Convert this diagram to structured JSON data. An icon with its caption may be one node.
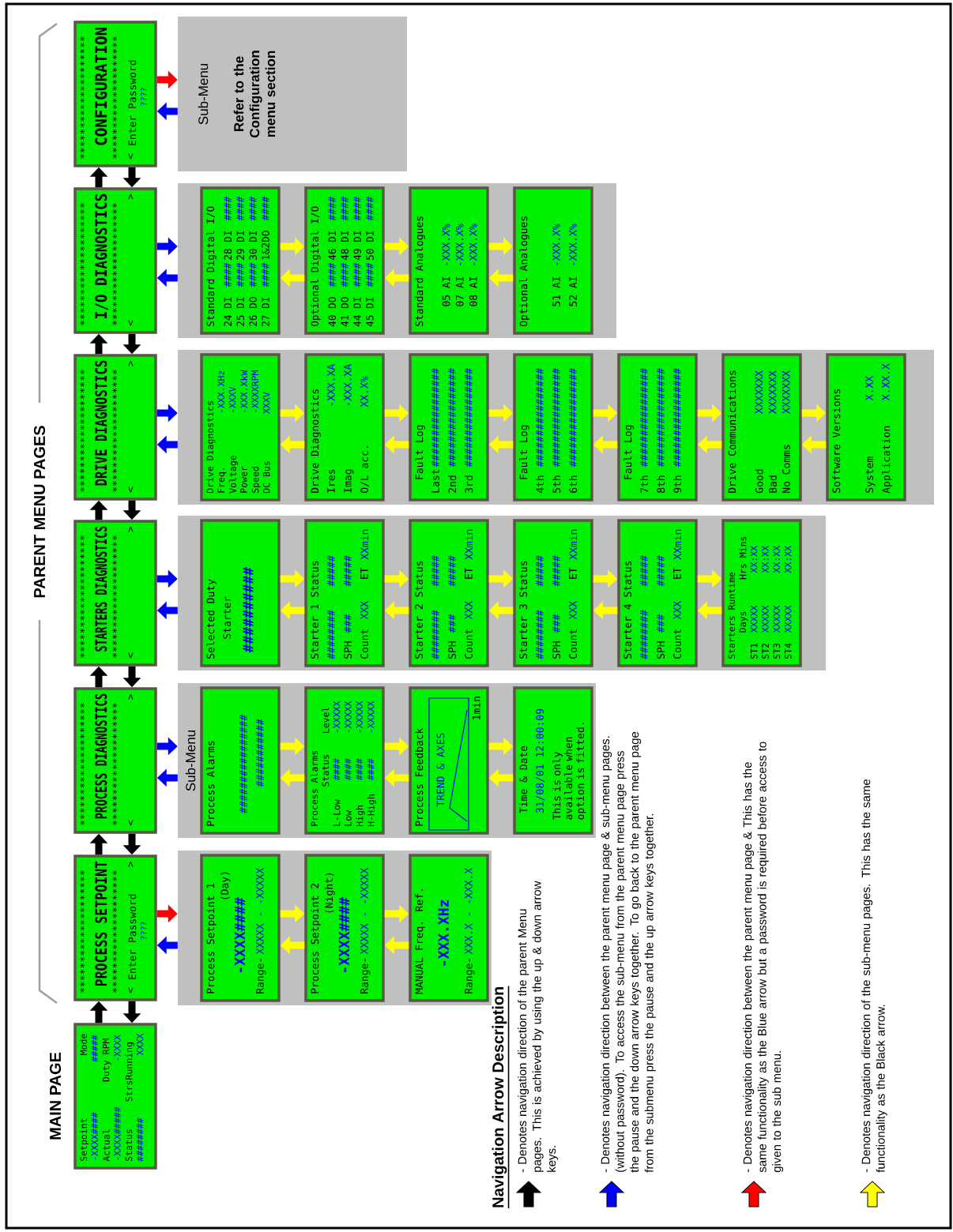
{
  "diagram": {
    "nodes": [
      {
        "text": [
          "Setpoint",
          "Mode",
          "-XXXX####",
          "#####",
          "Actual",
          "Duty RPM",
          "-XXXX#####",
          "-XXXX",
          "Status",
          "StrsRunning",
          "########",
          "XXXX"
        ],
        "beside": [
          "MAIN PAGE"
        ]
      },
      {
        "text": [
          "********************",
          "PROCESS SETPOINT",
          "********************",
          "<",
          "Enter Password",
          ">",
          "????"
        ]
      },
      {
        "text": [],
        "shape": "box"
      },
      {
        "text": [
          "Process Setpoint 1",
          "(Day)",
          "-XXXX####",
          "Range-",
          "XXXXX - -XXXXX"
        ],
        "in": 2
      },
      {
        "text": [
          "Process Setpoint 2",
          "(Night)",
          "-XXXX####",
          "Range-",
          "XXXXX - -XXXXX"
        ],
        "in": 2
      },
      {
        "text": [
          "MANUAL Freq. Ref.",
          "-XXX.XHz",
          "Range-",
          "XXX.X - -XXX.X"
        ],
        "in": 2
      },
      {
        "text": [
          "********************",
          "PROCESS DIAGNOSTICS",
          "********************",
          "<",
          ">"
        ]
      },
      {
        "text": [
          "Sub-Menu"
        ]
      },
      {
        "text": [
          "Process Alarms",
          "################",
          "###########"
        ],
        "in": 7
      },
      {
        "text": [
          "Process Alarms",
          "Status",
          "Level",
          "L-Low",
          "####",
          "-XXXXX",
          "Low",
          "####",
          "-XXXXX",
          "High",
          "####",
          "-XXXXX",
          "H-High",
          "####",
          "-XXXXX"
        ],
        "in": 7
      },
      {
        "text": [
          "Process Feedback",
          "TREND & AXES",
          "1min"
        ],
        "in": 7
      },
      {
        "text": [
          "Time & Date",
          "31/08/01 12:00:09",
          "This is only available when option is fitted."
        ],
        "in": 7
      },
      {
        "text": [
          "********************",
          "STARTERS DIAGNOSTICS",
          "********************",
          "<",
          ">"
        ]
      },
      {
        "text": [],
        "shape": "box"
      },
      {
        "text": [
          "Selected Duty",
          "Starter",
          "##########"
        ],
        "in": 13
      },
      {
        "text": [
          "Starter 1 Status",
          "########",
          "#####",
          "SPH",
          "###",
          "#####",
          "Count",
          "XXX",
          "ET",
          "XXmin"
        ],
        "in": 13
      },
      {
        "text": [
          "Starter 2 Status",
          "########",
          "#####",
          "SPH",
          "###",
          "#####",
          "Count",
          "XXX",
          "ET",
          "XXmin"
        ],
        "in": 13
      },
      {
        "text": [
          "Starter 3 Status",
          "########",
          "#####",
          "SPH",
          "###",
          "#####",
          "Count",
          "XXX",
          "ET",
          "XXmin"
        ],
        "in": 13
      },
      {
        "text": [
          "Starter 4 Status",
          "########",
          "#####",
          "SPH",
          "###",
          "#####",
          "Count",
          "XXX",
          "ET",
          "XXmin"
        ],
        "in": 13
      },
      {
        "text": [
          "Starters Runtime",
          "Days",
          "Hrs Mins",
          "ST1",
          "XXXXX",
          "XX:XX",
          "ST2",
          "XXXXX",
          "XX:XX",
          "ST3",
          "XXXXX",
          "XX:XX",
          "ST4",
          "XXXXX",
          "XX:XX"
        ],
        "in": 13
      },
      {
        "text": [
          "********************",
          "DRIVE DIAGNOSTICS",
          "********************",
          "<",
          ">"
        ]
      },
      {
        "text": [],
        "shape": "box"
      },
      {
        "text": [
          "Drive Diagnostics",
          "Freq.",
          "-XXX.XHz",
          "Voltage",
          "-XXXV",
          "Power",
          "-XXX.XkW",
          "Speed",
          "-XXXXRPM",
          "DC Bus",
          "XXXV"
        ],
        "in": 21
      },
      {
        "text": [
          "Drive Diagnostics",
          "Ires",
          "-XXX.XA",
          "Imag",
          "-XXX.XA",
          "O/L acc.",
          "XX.X%"
        ],
        "in": 21
      },
      {
        "text": [
          "Fault Log",
          "Last",
          "################",
          "2nd",
          "################",
          "3rd",
          "################"
        ],
        "in": 21
      },
      {
        "text": [
          "Fault Log",
          "4th",
          "################",
          "5th",
          "################",
          "6th",
          "################"
        ],
        "in": 21
      },
      {
        "text": [
          "Fault Log",
          "7th",
          "################",
          "8th",
          "################",
          "9th",
          "################"
        ],
        "in": 21
      },
      {
        "text": [
          "Drive Communications",
          "Good",
          "XXXXXXX",
          "Bad",
          "XXXXXXX",
          "No Comms",
          "XXXXXXX"
        ],
        "in": 21
      },
      {
        "text": [
          "Software Versions",
          "System",
          "X.XX",
          "Application",
          "X.XX.X"
        ],
        "in": 21
      },
      {
        "text": [
          "********************",
          "I/O DIAGNOSTICS",
          "********************",
          "<",
          ">"
        ]
      },
      {
        "text": [],
        "shape": "box"
      },
      {
        "text": [
          "Standard Digital I/O",
          "24 DI",
          "####",
          "28 DI",
          "####",
          "25 DI",
          "####",
          "29 DI",
          "####",
          "26 DO",
          "####",
          "30 DI",
          "####",
          "27 DI",
          "####",
          "1&2DO",
          "####"
        ],
        "in": 30
      },
      {
        "text": [
          "Optional Digital I/O",
          "40 DO",
          "####",
          "46 DI",
          "####",
          "41 DO",
          "####",
          "48 DI",
          "####",
          "44 DI",
          "####",
          "49 DI",
          "####",
          "45 DI",
          "####",
          "50 DI",
          "####"
        ],
        "in": 30
      },
      {
        "text": [
          "Standard Analogues",
          "05 AI",
          "-XXX.X%",
          "07 AI",
          "-XXX.X%",
          "08 AI",
          "-XXX.X%"
        ],
        "in": 30
      },
      {
        "text": [
          "Optional Analogues",
          "51 AI",
          "-XXX.X%",
          "52 AI",
          "-XXX.X%"
        ],
        "in": 30
      },
      {
        "text": [
          "********************",
          "CONFIGURATION",
          "********************",
          "<",
          "Enter Password",
          "????"
        ]
      },
      {
        "text": [
          "Sub-Menu",
          "Refer to the Configuration menu section"
        ]
      }
    ],
    "edges": [
      {
        "from": 0,
        "to": 1,
        "arrow": "to",
        "color": "#000000"
      },
      {
        "from": 1,
        "to": 0,
        "arrow": "to",
        "color": "#000000"
      },
      {
        "from": 1,
        "to": 6,
        "arrow": "to",
        "color": "#000000"
      },
      {
        "from": 6,
        "to": 1,
        "arrow": "to",
        "color": "#000000"
      },
      {
        "from": 6,
        "to": 12,
        "arrow": "to",
        "color": "#000000"
      },
      {
        "from": 12,
        "to": 6,
        "arrow": "to",
        "color": "#000000"
      },
      {
        "from": 12,
        "to": 20,
        "arrow": "to",
        "color": "#000000"
      },
      {
        "from": 20,
        "to": 12,
        "arrow": "to",
        "color": "#000000"
      },
      {
        "from": 20,
        "to": 29,
        "arrow": "to",
        "color": "#000000"
      },
      {
        "from": 29,
        "to": 20,
        "arrow": "to",
        "color": "#000000"
      },
      {
        "from": 29,
        "to": 35,
        "arrow": "to",
        "color": "#000000"
      },
      {
        "from": 35,
        "to": 29,
        "arrow": "to",
        "color": "#000000"
      },
      {
        "from": 1,
        "to": 2,
        "arrow": "to",
        "color": "#ff0000"
      },
      {
        "from": 2,
        "to": 1,
        "arrow": "to",
        "color": "#0000ff"
      },
      {
        "from": 3,
        "to": 4,
        "arrow": "to"
      },
      {
        "from": 4,
        "to": 3,
        "arrow": "to"
      },
      {
        "from": 4,
        "to": 5,
        "arrow": "to"
      },
      {
        "from": 5,
        "to": 4,
        "arrow": "to"
      },
      {
        "from": 6,
        "to": 7,
        "arrow": "to",
        "color": "#0000ff"
      },
      {
        "from": 7,
        "to": 6,
        "arrow": "to",
        "color": "#0000ff"
      },
      {
        "from": 8,
        "to": 9,
        "arrow": "to"
      },
      {
        "from": 9,
        "to": 8,
        "arrow": "to"
      },
      {
        "from": 9,
        "to": 10,
        "arrow": "to"
      },
      {
        "from": 10,
        "to": 9,
        "arrow": "to"
      },
      {
        "from": 10,
        "to": 11,
        "arrow": "to"
      },
      {
        "from": 11,
        "to": 10,
        "arrow": "to"
      },
      {
        "from": 12,
        "to": 13,
        "arrow": "to",
        "color": "#0000ff"
      },
      {
        "from": 13,
        "to": 12,
        "arrow": "to",
        "color": "#0000ff"
      },
      {
        "from": 14,
        "to": 15,
        "arrow": "to"
      },
      {
        "from": 15,
        "to": 14,
        "arrow": "to"
      },
      {
        "from": 15,
        "to": 16,
        "arrow": "to"
      },
      {
        "from": 16,
        "to": 15,
        "arrow": "to"
      },
      {
        "from": 16,
        "to": 17,
        "arrow": "to"
      },
      {
        "from": 17,
        "to": 16,
        "arrow": "to"
      },
      {
        "from": 17,
        "to": 18,
        "arrow": "to"
      },
      {
        "from": 18,
        "to": 17,
        "arrow": "to"
      },
      {
        "from": 18,
        "to": 19,
        "arrow": "to"
      },
      {
        "from": 19,
        "to": 18,
        "arrow": "to"
      },
      {
        "from": 20,
        "to": 21,
        "arrow": "to",
        "color": "#0000ff"
      },
      {
        "from": 21,
        "to": 20,
        "arrow": "to",
        "color": "#0000ff"
      },
      {
        "from": 22,
        "to": 23,
        "arrow": "to"
      },
      {
        "from": 23,
        "to": 22,
        "arrow": "to"
      },
      {
        "from": 23,
        "to": 24,
        "arrow": "to"
      },
      {
        "from": 24,
        "to": 23,
        "arrow": "to"
      },
      {
        "from": 24,
        "to": 25,
        "arrow": "to"
      },
      {
        "from": 25,
        "to": 24,
        "arrow": "to"
      },
      {
        "from": 25,
        "to": 26,
        "arrow": "to"
      },
      {
        "from": 26,
        "to": 25,
        "arrow": "to"
      },
      {
        "from": 26,
        "to": 27,
        "arrow": "to"
      },
      {
        "from": 27,
        "to": 26,
        "arrow": "to"
      },
      {
        "from": 27,
        "to": 28,
        "arrow": "to"
      },
      {
        "from": 28,
        "to": 27,
        "arrow": "to"
      },
      {
        "from": 29,
        "to": 30,
        "arrow": "to",
        "color": "#0000ff"
      },
      {
        "from": 30,
        "to": 29,
        "arrow": "to",
        "color": "#0000ff"
      },
      {
        "from": 31,
        "to": 32,
        "arrow": "to"
      },
      {
        "from": 32,
        "to": 31,
        "arrow": "to"
      },
      {
        "from": 32,
        "to": 33,
        "arrow": "to"
      },
      {
        "from": 33,
        "to": 32,
        "arrow": "to"
      },
      {
        "from": 33,
        "to": 34,
        "arrow": "to"
      },
      {
        "from": 34,
        "to": 33,
        "arrow": "to"
      },
      {
        "from": 35,
        "to": 36,
        "arrow": "to",
        "color": "#ff0000"
      },
      {
        "from": 36,
        "to": 35,
        "arrow": "to",
        "color": "#0000ff"
      }
    ],
    "labels": [
      "PARENT MENU PAGES",
      "Navigation Arrow Description"
    ],
    "legend": [
      {
        "text": "- Denotes navigation direction of the parent Menu pages. This is achieved by using the up & down arrow keys.",
        "color": "#000000"
      },
      {
        "text": "- Denotes navigation direction between the parent menu page & sub-menu pages. (without password). To access the sub-menu from the parent menu page press the pause and the down arrow keys together. To go back to the parent menu page from the submenu press the pause and the up arrow keys together.",
        "color": "#0000ff"
      },
      {
        "text": "- Denotes navigation direction between the parent menu page & This has the same functionality as the Blue arrow but a password is required before access to given to the sub menu.",
        "color": "#ff0000"
      },
      {
        "text": "- Denotes navigation direction of the sub-menu pages. This has the same functionality as the Black arrow.",
        "color": "#ffff00"
      }
    ]
  }
}
